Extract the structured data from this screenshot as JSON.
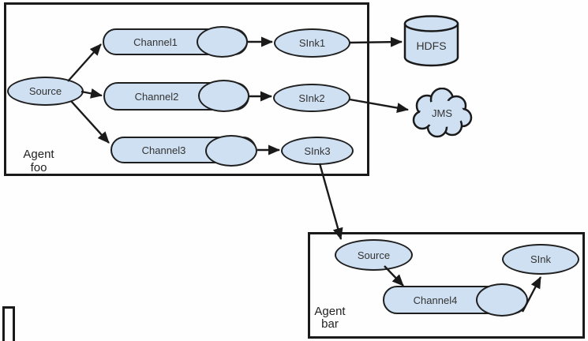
{
  "colors": {
    "node_fill": "#cfe0f2",
    "edge": "#1a1a1a",
    "text": "#333333",
    "background": "#ffffff"
  },
  "agent_foo": {
    "label_line1": "Agent",
    "label_line2": "foo",
    "nodes": {
      "source": "Source",
      "channel1": "Channel1",
      "channel2": "Channel2",
      "channel3": "Channel3",
      "sink1": "SInk1",
      "sink2": "SInk2",
      "sink3": "SInk3"
    }
  },
  "agent_bar": {
    "label_line1": "Agent",
    "label_line2": "bar",
    "nodes": {
      "source": "Source",
      "channel4": "Channel4",
      "sink": "SInk"
    }
  },
  "external": {
    "hdfs": "HDFS",
    "jms": "JMS"
  },
  "icons": {
    "hdfs": "cylinder-icon",
    "jms": "cloud-icon"
  },
  "edges": [
    {
      "from": "foo.source",
      "to": "foo.channel1"
    },
    {
      "from": "foo.source",
      "to": "foo.channel2"
    },
    {
      "from": "foo.source",
      "to": "foo.channel3"
    },
    {
      "from": "foo.channel1",
      "to": "foo.sink1"
    },
    {
      "from": "foo.channel2",
      "to": "foo.sink2"
    },
    {
      "from": "foo.channel3",
      "to": "foo.sink3"
    },
    {
      "from": "foo.sink1",
      "to": "hdfs"
    },
    {
      "from": "foo.sink2",
      "to": "jms"
    },
    {
      "from": "foo.sink3",
      "to": "bar.source"
    },
    {
      "from": "bar.source",
      "to": "bar.channel4"
    },
    {
      "from": "bar.channel4",
      "to": "bar.sink"
    }
  ]
}
